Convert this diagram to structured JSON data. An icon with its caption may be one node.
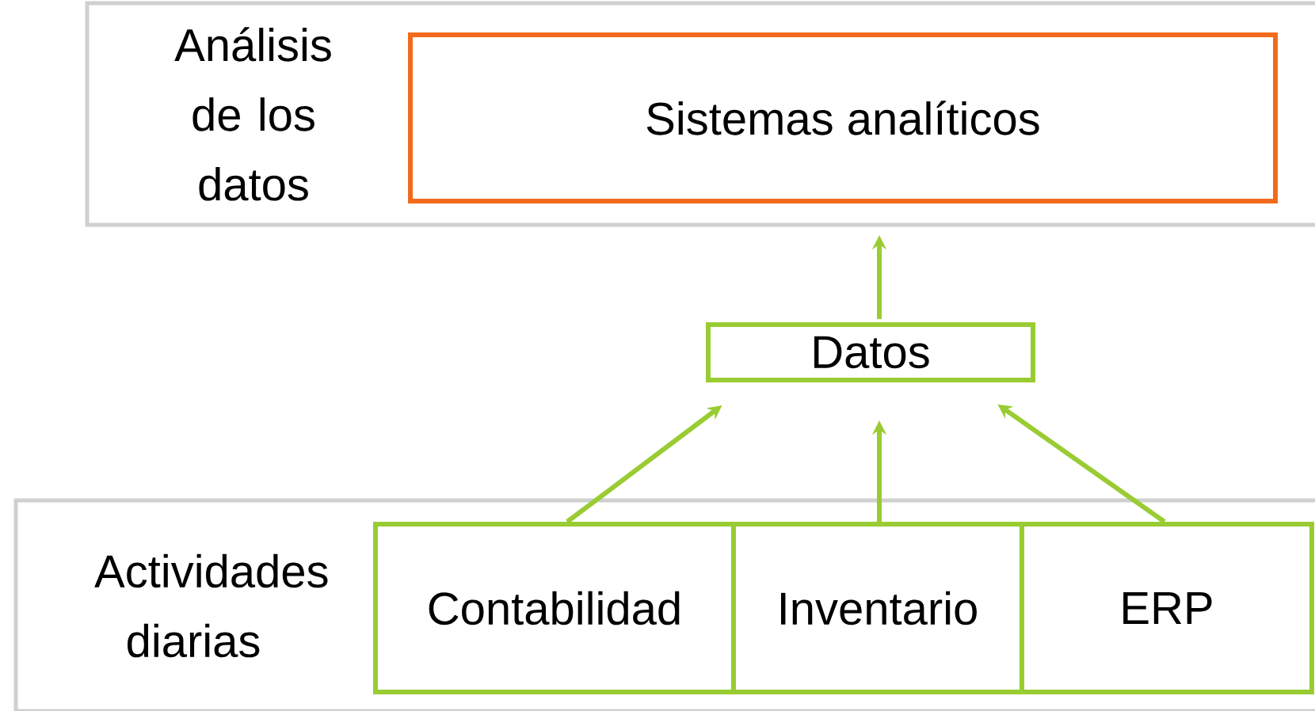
{
  "diagram": {
    "nodes": [
      {
        "text": [
          "Análisis de los datos"
        ]
      },
      {
        "text": [
          "Sistemas analíticos"
        ],
        "in": 0
      },
      {
        "text": [
          "Datos"
        ]
      },
      {
        "text": [
          "Actividades diarias"
        ]
      },
      {
        "text": [
          "Contabilidad"
        ],
        "in": 3
      },
      {
        "text": [
          "Inventario"
        ],
        "in": 3
      },
      {
        "text": [
          "ERP"
        ],
        "in": 3
      }
    ],
    "edges": [
      {
        "from": 2,
        "to": 1,
        "arrow": "to"
      },
      {
        "from": 4,
        "to": 2,
        "arrow": "to"
      },
      {
        "from": 5,
        "to": 2,
        "arrow": "to"
      },
      {
        "from": 6,
        "to": 2,
        "arrow": "to"
      }
    ]
  }
}
